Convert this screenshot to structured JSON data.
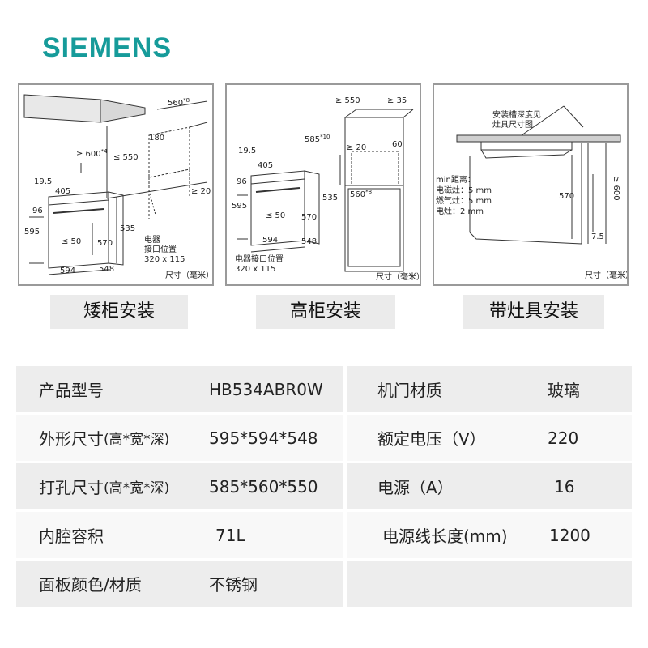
{
  "brand": "SIEMENS",
  "diagrams": {
    "low": {
      "caption": "矮柜安装",
      "dims": {
        "w560": "560",
        "sup8": "*8",
        "h600": "≥ 600",
        "sup4": "*4",
        "d550": "≤ 550",
        "g180": "180",
        "b20": "≥ 20",
        "w195": "19.5",
        "w405": "405",
        "h96": "96",
        "h595": "595",
        "h50": "≤ 50",
        "h535": "535",
        "h570": "570",
        "w594": "594",
        "d548": "548"
      },
      "socket_label_1": "电器",
      "socket_label_2": "接口位置",
      "socket_size": "320 x 115",
      "unit": "尺寸（毫米）"
    },
    "tall": {
      "caption": "高柜安装",
      "dims": {
        "w550": "≥ 550",
        "w35": "≥ 35",
        "h585": "585",
        "sup10": "*10",
        "h20": "≥ 20",
        "h60": "60",
        "w560": "560",
        "sup8": "*8",
        "w195": "19.5",
        "w405": "405",
        "h96": "96",
        "h595": "595",
        "h50": "≤ 50",
        "h535": "535",
        "h570": "570",
        "w594": "594",
        "d548": "548"
      },
      "socket_label": "电器接口位置",
      "socket_size": "320 x 115",
      "unit": "尺寸（毫米）"
    },
    "hob": {
      "caption": "带灶具安装",
      "note_1": "安装槽深度见",
      "note_2": "灶具尺寸图",
      "min_title": "min距离：",
      "min_lines": [
        "电磁灶：5 mm",
        "燃气灶：5 mm",
        "电灶：2 mm"
      ],
      "dims": {
        "h570": "570",
        "h600": "≥ 600",
        "h75": "7.5"
      },
      "unit": "尺寸（毫米）"
    }
  },
  "specs": [
    {
      "k1": "产品型号",
      "k1_suffix": "",
      "v1": "HB534ABR0W",
      "k2": "机门材质",
      "v2": "玻璃"
    },
    {
      "k1": "外形尺寸",
      "k1_suffix": "(高*宽*深)",
      "v1": "595*594*548",
      "k2": "额定电压（V）",
      "v2": "220"
    },
    {
      "k1": "打孔尺寸",
      "k1_suffix": "(高*宽*深)",
      "v1": "585*560*550",
      "k2": "电源（A）",
      "v2": "16"
    },
    {
      "k1": "内腔容积",
      "k1_suffix": "",
      "v1": "71L",
      "k2": "电源线长度(mm)",
      "v2": "1200"
    },
    {
      "k1": "面板颜色/材质",
      "k1_suffix": "",
      "v1": "不锈钢",
      "k2": "",
      "v2": ""
    }
  ]
}
